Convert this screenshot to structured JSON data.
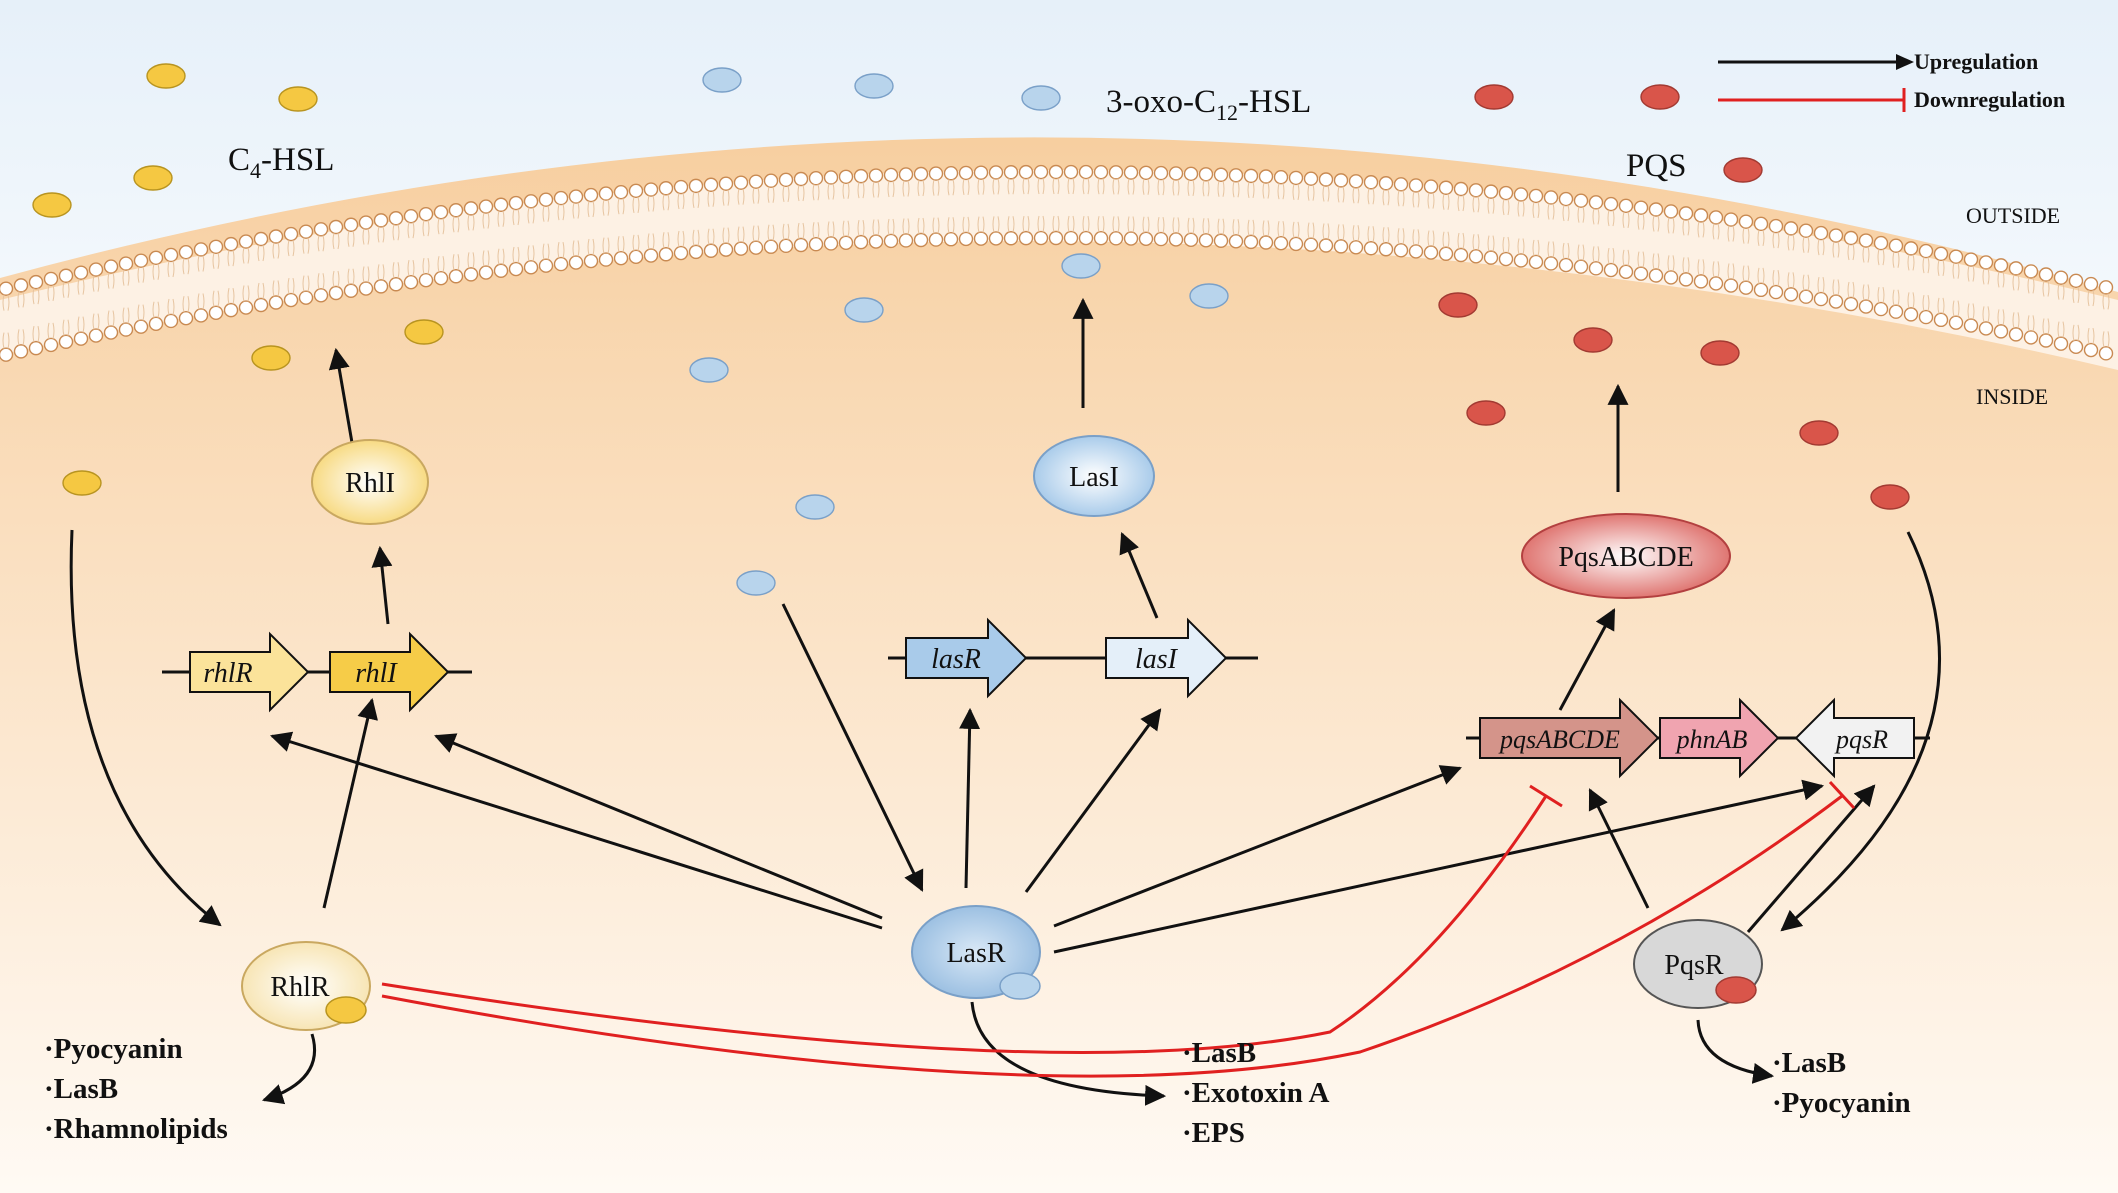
{
  "signals": {
    "c4": {
      "main": "C",
      "sub": "4",
      "tail": "-HSL"
    },
    "oxo": {
      "main": "3-oxo-C",
      "sub": "12",
      "tail": "-HSL"
    },
    "pqs": "PQS"
  },
  "regions": {
    "outside": "OUTSIDE",
    "inside": "INSIDE"
  },
  "legend": {
    "up": "Upregulation",
    "down": "Downregulation"
  },
  "proteins": {
    "rhlI": "RhlI",
    "lasI": "LasI",
    "pqsABCDE": "PqsABCDE",
    "rhlR": "RhlR",
    "lasR": "LasR",
    "pqsR": "PqsR"
  },
  "genes": {
    "rhlR": "rhlR",
    "rhlI": "rhlI",
    "lasR": "lasR",
    "lasI": "lasI",
    "pqsABCDE": "pqsABCDE",
    "phnAB": "phnAB",
    "pqsR": "pqsR"
  },
  "products": {
    "rhl": [
      "·Pyocyanin",
      "·LasB",
      "·Rhamnolipids"
    ],
    "las": [
      "·LasB",
      "·Exotoxin A",
      "·EPS"
    ],
    "pqs": [
      "·LasB",
      "·Pyocyanin"
    ]
  },
  "colors": {
    "c4": "#f5c842",
    "oxo": "#b8d4ec",
    "pqs": "#d9554a",
    "up": "#111111",
    "down": "#e02020"
  }
}
